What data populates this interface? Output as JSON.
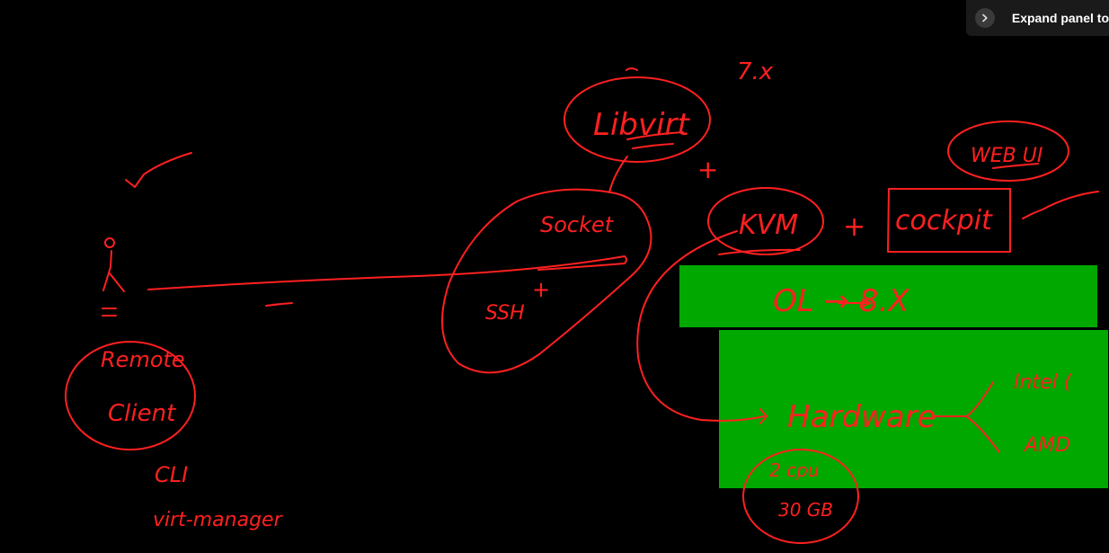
{
  "panel": {
    "expand_label": "Expand panel to"
  },
  "whiteboard": {
    "version_note": "7.x",
    "libvirt": "Libvirt",
    "web_ui": "WEB UI",
    "plus": "+",
    "socket": "Socket",
    "ssh": "SSH",
    "kvm": "KVM",
    "cockpit": "cockpit",
    "ol": "OL → 8.X",
    "hardware": "Hardware",
    "intel": "Intel (",
    "amd": "AMD",
    "cpu": "2 cpu",
    "ram": "30 GB",
    "remote": "Remote",
    "client": "Client",
    "cli": "CLI",
    "virt_manager": "virt-manager",
    "dash": "—"
  },
  "colors": {
    "background": "#000000",
    "ink": "#ff2020",
    "green_box": "#00a800"
  }
}
